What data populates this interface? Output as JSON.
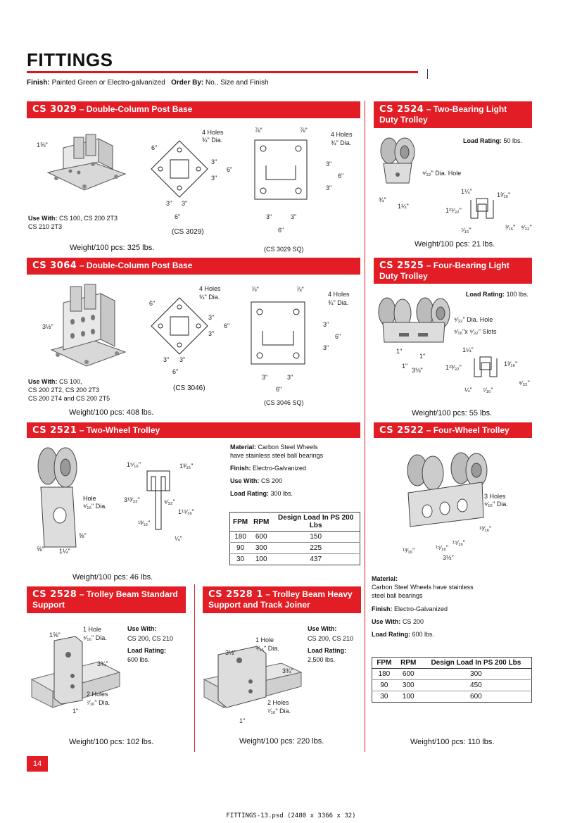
{
  "page": {
    "title": "FITTINGS",
    "finish_label": "Finish:",
    "finish_value": "Painted Green or Electro-galvanized",
    "order_label": "Order By:",
    "order_value": "No., Size and Finish",
    "page_number": "14",
    "footer": "FITTINGS-13.psd (2480 x 3366 x 32)"
  },
  "sections": {
    "cs3029": {
      "code": "CS 3029",
      "name": "– Double-Column Post Base",
      "use_with_label": "Use With:",
      "use_with": "CS 100, CS 200 2T3",
      "use_with_2": "CS 210 2T3",
      "weight": "Weight/100 pcs: 325 lbs.",
      "caption_a": "(CS 3029)",
      "caption_b": "(CS 3029 SQ)",
      "dims": {
        "d1": "1⅝\"",
        "holes": "4 Holes",
        "holes_dia": "¾\" Dia.",
        "six": "6\"",
        "three": "3\"",
        "seven8": "⅞\""
      }
    },
    "cs3064": {
      "code": "CS 3064",
      "name": "– Double-Column Post Base",
      "use_with_label": "Use With:",
      "use_with": "CS 100,",
      "use_with_2": "CS 200 2T2, CS 200 2T3",
      "use_with_3": "CS 200 2T4 and CS 200 2T5",
      "weight": "Weight/100 pcs: 408 lbs.",
      "caption_a": "(CS 3046)",
      "caption_b": "(CS 3046 SQ)",
      "dims": {
        "d1": "3½\"",
        "holes": "4 Holes",
        "holes_dia": "¾\" Dia.",
        "six": "6\"",
        "three": "3\"",
        "seven8": "⅞\""
      }
    },
    "cs2524": {
      "code": "CS 2524",
      "name": "– Two-Bearing Light Duty Trolley",
      "load_label": "Load Rating:",
      "load_value": "50 lbs.",
      "weight": "Weight/100 pcs: 21 lbs.",
      "dims": {
        "hole": "⁹⁄₃₂\" Dia. Hole",
        "a": "¾\"",
        "b": "1¼\"",
        "c": "1¼\"",
        "d": "1³⁄₁₆\"",
        "e": "1²¹⁄₃₂\"",
        "f": "⁷⁄₁₆\"",
        "g": "³⁄₁₆\"",
        "h": "⁹⁄₃₂\""
      }
    },
    "cs2525": {
      "code": "CS 2525",
      "name": "– Four-Bearing Light Duty Trolley",
      "load_label": "Load Rating:",
      "load_value": "100 lbs.",
      "weight": "Weight/100 pcs: 55 lbs.",
      "dims": {
        "hole": "⁹⁄₃₂\" Dia. Hole",
        "slots": "⁹⁄₁₆\"x ⁹⁄₃₂\" Slots",
        "a": "1\"",
        "b": "1\"",
        "c": "3⅛\"",
        "d": "1¼\"",
        "e": "1³⁄₁₆\"",
        "f": "1²³⁄₃₂\"",
        "g": "¼\"",
        "h": "⁷⁄₁₆\"",
        "i": "⁹⁄₃₂\""
      }
    },
    "cs2521": {
      "code": "CS 2521",
      "name": "– Two-Wheel Trolley",
      "material_label": "Material:",
      "material": "Carbon Steel Wheels",
      "material_2": "have stainless steel ball bearings",
      "finish_label": "Finish:",
      "finish": "Electro-Galvanized",
      "use_with_label": "Use With:",
      "use_with": "CS 200",
      "load_label": "Load Rating:",
      "load_value": "300 lbs.",
      "weight": "Weight/100 pcs: 46 lbs.",
      "table": {
        "headers": [
          "FPM",
          "RPM",
          "Design Load In PS 200 Lbs"
        ],
        "rows": [
          [
            "180",
            "600",
            "150"
          ],
          [
            "90",
            "300",
            "225"
          ],
          [
            "30",
            "100",
            "437"
          ]
        ]
      },
      "dims": {
        "hole": "Hole",
        "hole_dia": "⁹⁄₁₆\" Dia.",
        "a": "⅝\"",
        "b": "⅝\"",
        "c": "1¼\"",
        "d": "1⁵⁄₁₆\"",
        "e": "1³⁄₁₆\"",
        "f": "3¹³⁄₃₂\"",
        "g": "⁹⁄₃₂\"",
        "h": "1¹⁵⁄₁₆\"",
        "i": "¹³⁄₁₆\"",
        "j": "¼\""
      }
    },
    "cs2522": {
      "code": "CS 2522",
      "name": "– Four-Wheel Trolley",
      "material_label": "Material:",
      "material": "Carbon Steel Wheels have stainless",
      "material_2": "steel ball bearings",
      "finish_label": "Finish:",
      "finish": "Electro-Galvanized",
      "use_with_label": "Use With:",
      "use_with": "CS 200",
      "load_label": "Load Rating:",
      "load_value": "600 lbs.",
      "weight": "Weight/100 pcs: 110 lbs.",
      "table": {
        "headers": [
          "FPM",
          "RPM",
          "Design Load In PS 200 Lbs"
        ],
        "rows": [
          [
            "180",
            "600",
            "300"
          ],
          [
            "90",
            "300",
            "450"
          ],
          [
            "30",
            "100",
            "600"
          ]
        ]
      },
      "dims": {
        "holes": "3 Holes",
        "holes_dia": "⁹⁄₁₆\" Dia.",
        "a": "¹³⁄₁₆\"",
        "b": "¹⁵⁄₁₆\"",
        "c": "¹⁵⁄₁₆\"",
        "d": "¹³⁄₁₆\"",
        "e": "3½\""
      }
    },
    "cs2528": {
      "code": "CS 2528",
      "name": "– Trolley Beam Standard Support",
      "use_with_label": "Use With:",
      "use_with": "CS 200, CS 210",
      "load_label": "Load Rating:",
      "load_value": "600 lbs.",
      "weight": "Weight/100 pcs: 102 lbs.",
      "dims": {
        "hole": "1 Hole",
        "hole_dia": "⁹⁄₁₆\" Dia.",
        "a": "1⅝\"",
        "b": "3¾\"",
        "holes": "2 Holes",
        "holes_dia": "⁷⁄₁₆\" Dia.",
        "c": "1\""
      }
    },
    "cs25281": {
      "code": "CS 2528 1",
      "name": "– Trolley Beam Heavy Support and Track Joiner",
      "use_with_label": "Use With:",
      "use_with": "CS 200, CS 210",
      "load_label": "Load Rating:",
      "load_value": "2,500 lbs.",
      "weight": "Weight/100 pcs: 220 lbs.",
      "dims": {
        "hole": "1 Hole",
        "hole_dia": "⁹⁄₁₆\" Dia.",
        "a": "3½\"",
        "b": "3¾\"",
        "holes": "2 Holes",
        "holes_dia": "⁷⁄₁₆\" Dia.",
        "c": "1\""
      }
    }
  }
}
